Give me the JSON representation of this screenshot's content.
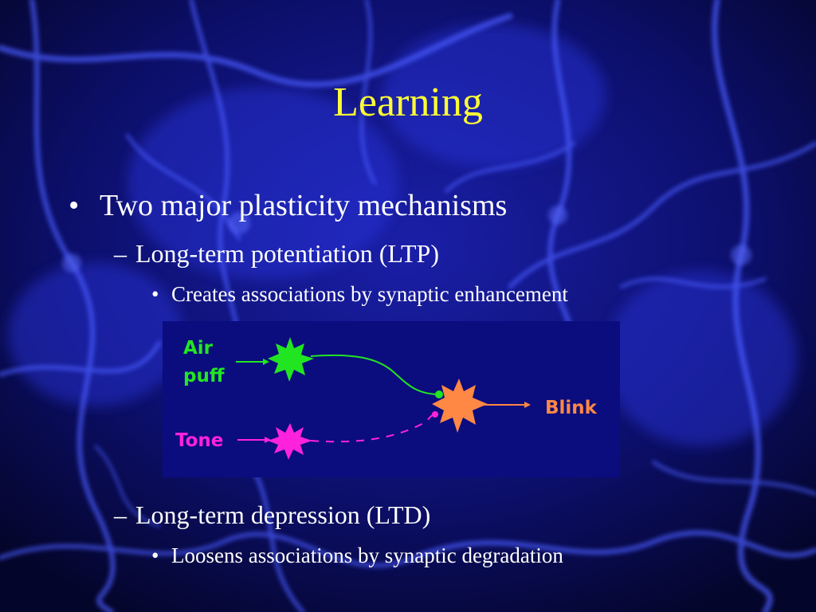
{
  "slide": {
    "title": "Learning",
    "bullets": {
      "b1": {
        "marker": "•",
        "text": "Two major plasticity mechanisms"
      },
      "b2": {
        "marker": "–",
        "text": "Long-term potentiation (LTP)"
      },
      "b3": {
        "marker": "•",
        "text": "Creates associations by synaptic enhancement"
      },
      "b4": {
        "marker": "–",
        "text": "Long-term depression (LTD)"
      },
      "b5": {
        "marker": "•",
        "text": "Loosens associations by synaptic degradation"
      }
    }
  },
  "diagram": {
    "label_air": "Air",
    "label_puff": "puff",
    "label_tone": "Tone",
    "label_blink": "Blink"
  },
  "colors": {
    "title": "#ffff33",
    "text": "#ffffff",
    "diagram_bg": "#0b0c7e",
    "air_puff": "#22e522",
    "tone": "#ff22dd",
    "blink": "#ff8844"
  }
}
